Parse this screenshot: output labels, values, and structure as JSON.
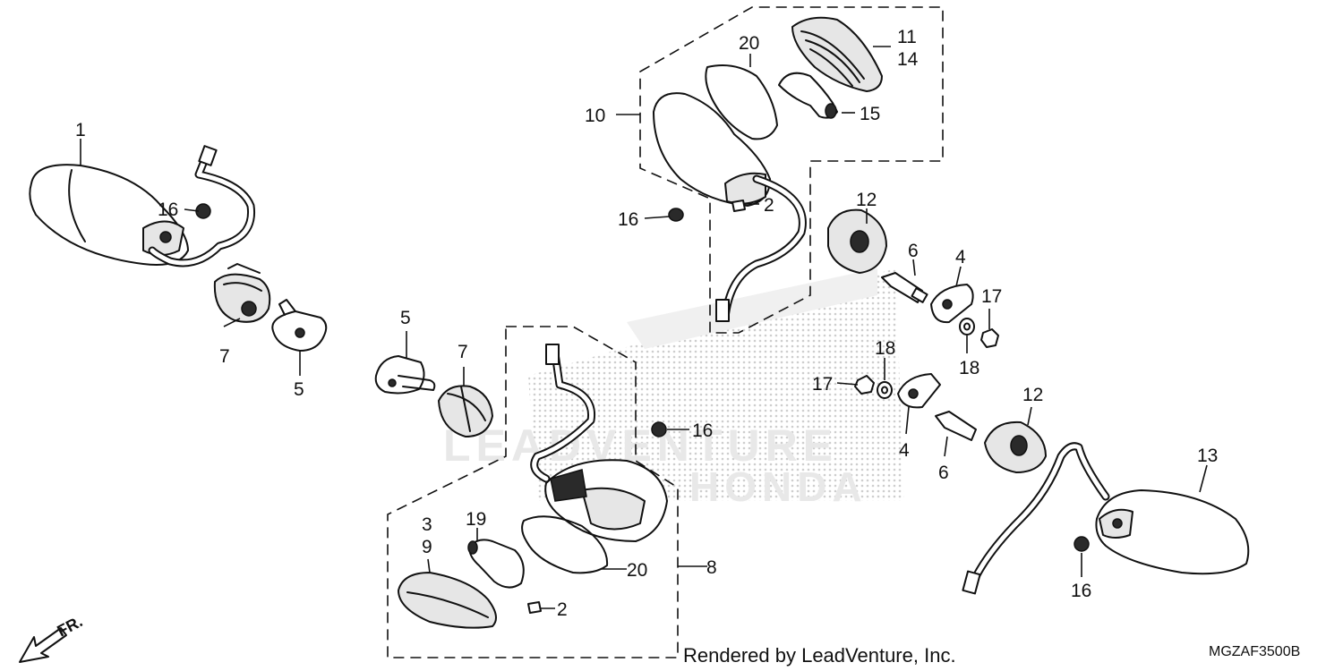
{
  "callouts": {
    "c1": "1",
    "c2a": "2",
    "c2b": "2",
    "c3": "3",
    "c4a": "4",
    "c4b": "4",
    "c5a": "5",
    "c5b": "5",
    "c6a": "6",
    "c6b": "6",
    "c7a": "7",
    "c7b": "7",
    "c8": "8",
    "c9": "9",
    "c10": "10",
    "c11": "11",
    "c12a": "12",
    "c12b": "12",
    "c13": "13",
    "c14": "14",
    "c15": "15",
    "c16a": "16",
    "c16b": "16",
    "c16c": "16",
    "c16d": "16",
    "c17a": "17",
    "c17b": "17",
    "c18a": "18",
    "c18b": "18",
    "c19": "19",
    "c20a": "20",
    "c20b": "20"
  },
  "front_marker": "FR.",
  "watermark": {
    "line1": "LEADVENTURE",
    "line2": "HONDA"
  },
  "footer": {
    "credit": "Rendered by LeadVenture, Inc.",
    "diagram_code": "MGZAF3500B"
  }
}
